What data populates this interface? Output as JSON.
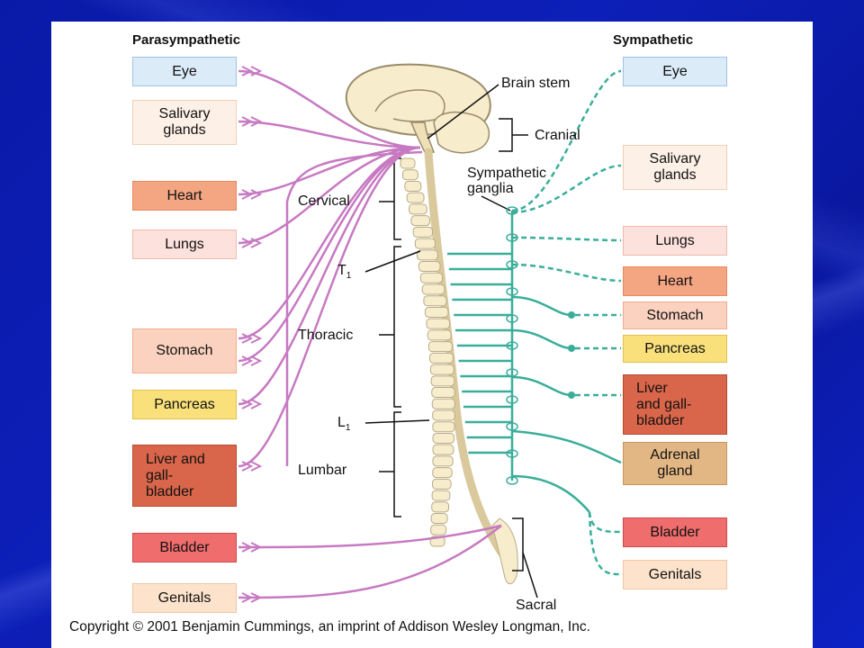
{
  "headers": {
    "left": "Parasympathetic",
    "right": "Sympathetic"
  },
  "colors": {
    "parasympathetic_line": "#c779c2",
    "sympathetic_line": "#3aae9a",
    "vertebra": "#f7eccb",
    "vertebra_outline": "#b9ab86"
  },
  "left_organs": [
    {
      "label": "Eye",
      "fill": "#dcebf8",
      "border": "#9ec4e8"
    },
    {
      "label": "Salivary\nglands",
      "fill": "#fdf0e6",
      "border": "#f3cfb5"
    },
    {
      "label": "Heart",
      "fill": "#f4a582",
      "border": "#e88a60"
    },
    {
      "label": "Lungs",
      "fill": "#fde1dc",
      "border": "#f2b9ad"
    },
    {
      "label": "Stomach",
      "fill": "#fbd2bf",
      "border": "#f0ad8e"
    },
    {
      "label": "Pancreas",
      "fill": "#f9e07a",
      "border": "#e3c14c"
    },
    {
      "label": "Liver and\ngall-\nbladder",
      "fill": "#d9664a",
      "border": "#b64a30"
    },
    {
      "label": "Bladder",
      "fill": "#ef6d6d",
      "border": "#d24a4a"
    },
    {
      "label": "Genitals",
      "fill": "#fde3cc",
      "border": "#f2c6a2"
    }
  ],
  "right_organs": [
    {
      "label": "Eye",
      "fill": "#dcebf8",
      "border": "#9ec4e8"
    },
    {
      "label": "Salivary\nglands",
      "fill": "#fdf0e6",
      "border": "#f3cfb5"
    },
    {
      "label": "Lungs",
      "fill": "#fde1dc",
      "border": "#f2b9ad"
    },
    {
      "label": "Heart",
      "fill": "#f4a582",
      "border": "#e88a60"
    },
    {
      "label": "Stomach",
      "fill": "#fbd2bf",
      "border": "#f0ad8e"
    },
    {
      "label": "Pancreas",
      "fill": "#f9e07a",
      "border": "#e3c14c"
    },
    {
      "label": "Liver\nand gall-\nbladder",
      "fill": "#d9664a",
      "border": "#b64a30"
    },
    {
      "label": "Adrenal\ngland",
      "fill": "#e3b784",
      "border": "#c7975f"
    },
    {
      "label": "Bladder",
      "fill": "#ef6d6d",
      "border": "#d24a4a"
    },
    {
      "label": "Genitals",
      "fill": "#fde3cc",
      "border": "#f2c6a2"
    }
  ],
  "center_labels": {
    "brain_stem": "Brain stem",
    "cranial": "Cranial",
    "cervical": "Cervical",
    "sympathetic_ganglia": "Sympathetic\nganglia",
    "t1": "T",
    "t1_sub": "1",
    "thoracic": "Thoracic",
    "l1": "L",
    "l1_sub": "1",
    "lumbar": "Lumbar",
    "sacral": "Sacral"
  },
  "copyright": "Copyright © 2001 Benjamin Cummings, an imprint of Addison Wesley Longman, Inc."
}
